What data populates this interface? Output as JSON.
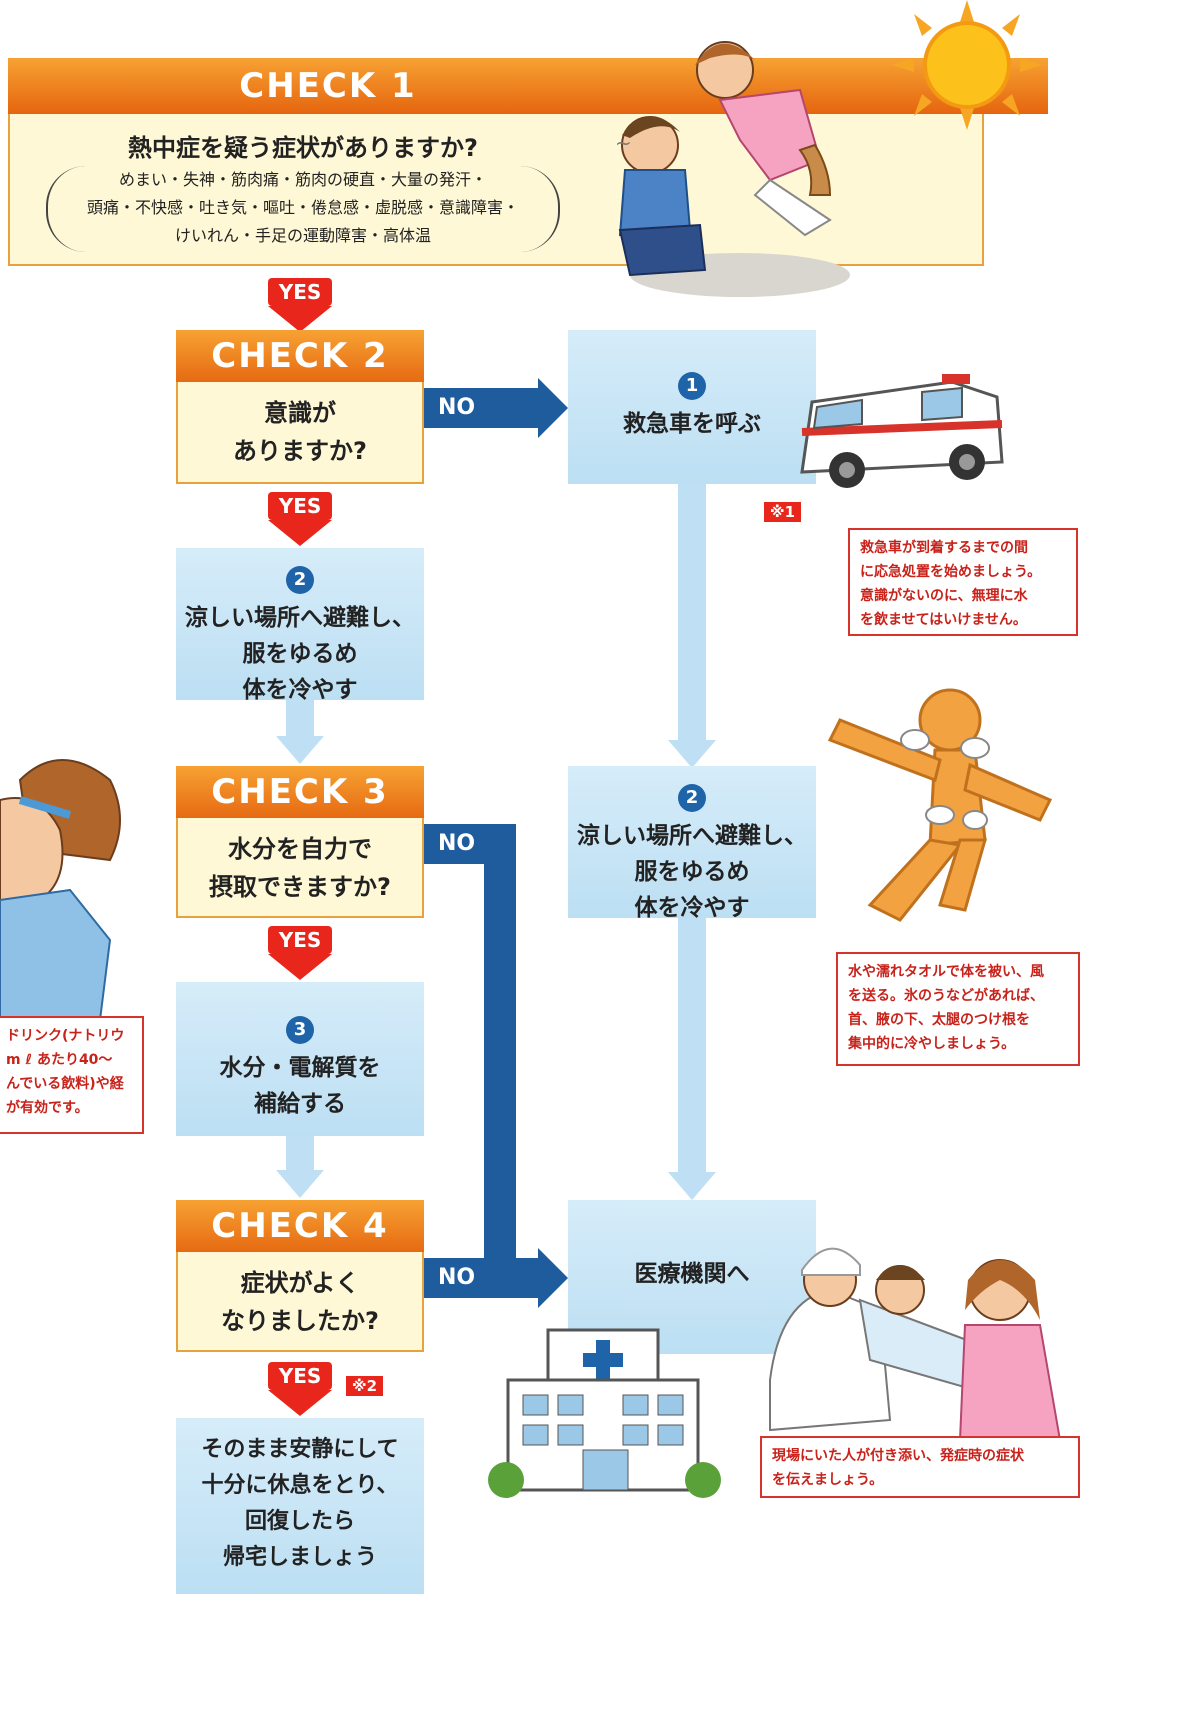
{
  "check1": {
    "heading": "CHECK 1",
    "question": "熱中症を疑う症状がありますか?",
    "symptoms": [
      "めまい・失神・筋肉痛・筋肉の硬直・大量の発汗・",
      "頭痛・不快感・吐き気・嘔吐・倦怠感・虚脱感・意識障害・",
      "けいれん・手足の運動障害・高体温"
    ]
  },
  "check2": {
    "heading": "CHECK 2",
    "question_lines": [
      "意識が",
      "ありますか?"
    ]
  },
  "check3": {
    "heading": "CHECK 3",
    "question_lines": [
      "水分を自力で",
      "摂取できますか?"
    ]
  },
  "check4": {
    "heading": "CHECK 4",
    "question_lines": [
      "症状がよく",
      "なりましたか?"
    ]
  },
  "labels": {
    "yes": "YES",
    "no": "NO",
    "mark1": "※1",
    "mark2": "※2"
  },
  "actions": {
    "call_ambulance": {
      "num": "1",
      "text": "救急車を呼ぶ"
    },
    "cool_left": {
      "num": "2",
      "lines": [
        "涼しい場所へ避難し、",
        "服をゆるめ",
        "体を冷やす"
      ]
    },
    "cool_right": {
      "num": "2",
      "lines": [
        "涼しい場所へ避難し、",
        "服をゆるめ",
        "体を冷やす"
      ]
    },
    "hydrate": {
      "num": "3",
      "lines": [
        "水分・電解質を",
        "補給する"
      ]
    },
    "hospital": {
      "text": "医療機関へ"
    },
    "rest": {
      "lines": [
        "そのまま安静にして",
        "十分に休息をとり、",
        "回復したら",
        "帰宅しましょう"
      ]
    }
  },
  "notes": {
    "ambulance": [
      "救急車が到着するまでの間",
      "に応急処置を始めましょう。",
      "意識がないのに、無理に水",
      "を飲ませてはいけません。"
    ],
    "cooling": [
      "水や濡れタオルで体を被い、風",
      "を送る。氷のうなどがあれば、",
      "首、腋の下、太腿のつけ根を",
      "集中的に冷やしましょう。"
    ],
    "drink": [
      "ドリンク(ナトリウ",
      "m ℓ あたり40～",
      "んでいる飲料)や経",
      "が有効です。"
    ],
    "hospital": [
      "現場にいた人が付き添い、発症時の症状",
      "を伝えましょう。"
    ]
  },
  "colors": {
    "orange": "#e66a12",
    "red": "#e8261c",
    "navy": "#1f5c9e",
    "light_blue": "#bfe0f4",
    "cream": "#fff8d6"
  },
  "icons": [
    "sun-icon",
    "ambulance-icon",
    "hospital-icon",
    "sick-person-icon",
    "drinking-person-icon",
    "cooling-figure-icon",
    "nurse-patient-icon"
  ]
}
